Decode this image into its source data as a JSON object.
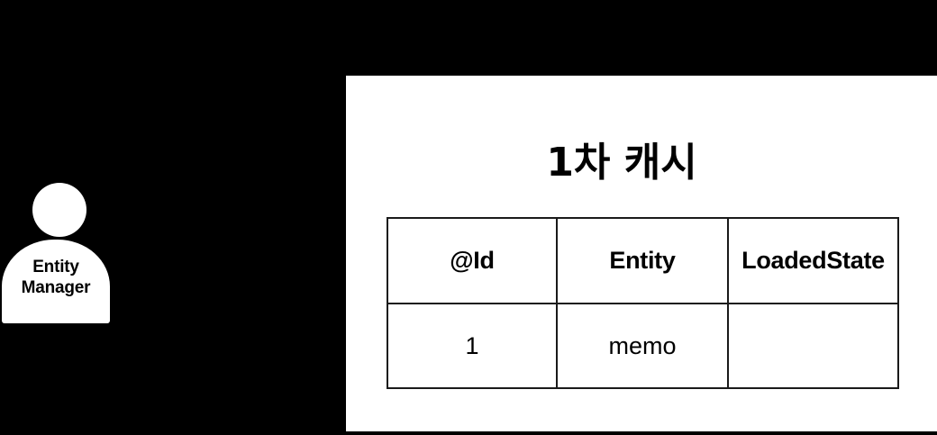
{
  "diagram": {
    "background_color": "#000000",
    "panel_color": "#ffffff",
    "stroke_color": "#1a1a1a"
  },
  "actor": {
    "icon": "user-actor-icon",
    "label_line1": "Entity",
    "label_line2": "Manager"
  },
  "panel": {
    "title": "1차 캐시"
  },
  "cache_table": {
    "headers": [
      "@Id",
      "Entity",
      "LoadedState"
    ],
    "rows": [
      {
        "id": "1",
        "entity": "memo",
        "loaded_state": ""
      }
    ]
  }
}
